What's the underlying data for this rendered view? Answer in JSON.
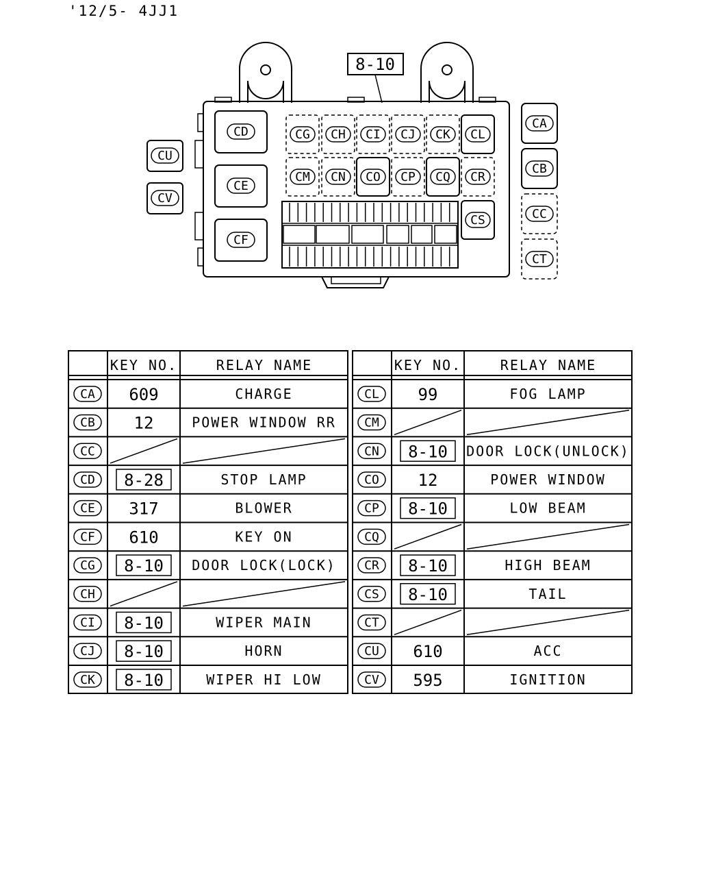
{
  "header": {
    "model": "'12/5- 4JJ1"
  },
  "diagram": {
    "top_callout": "8-10",
    "box_codes": [
      "CD",
      "CE",
      "CF",
      "CG",
      "CH",
      "CI",
      "CJ",
      "CK",
      "CL",
      "CM",
      "CN",
      "CO",
      "CP",
      "CQ",
      "CR",
      "CS"
    ],
    "left_codes": [
      "CU",
      "CV"
    ],
    "right_codes": [
      "CA",
      "CB",
      "CC",
      "CT"
    ]
  },
  "table": {
    "headers": {
      "key": "KEY NO.",
      "relay": "RELAY NAME"
    },
    "left": [
      {
        "code": "CA",
        "key": "609",
        "boxed": false,
        "name": "CHARGE"
      },
      {
        "code": "CB",
        "key": "12",
        "boxed": false,
        "name": "POWER WINDOW RR"
      },
      {
        "code": "CC",
        "key": "",
        "boxed": false,
        "name": ""
      },
      {
        "code": "CD",
        "key": "8-28",
        "boxed": true,
        "name": "STOP LAMP"
      },
      {
        "code": "CE",
        "key": "317",
        "boxed": false,
        "name": "BLOWER"
      },
      {
        "code": "CF",
        "key": "610",
        "boxed": false,
        "name": "KEY ON"
      },
      {
        "code": "CG",
        "key": "8-10",
        "boxed": true,
        "name": "DOOR LOCK(LOCK)"
      },
      {
        "code": "CH",
        "key": "",
        "boxed": false,
        "name": ""
      },
      {
        "code": "CI",
        "key": "8-10",
        "boxed": true,
        "name": "WIPER MAIN"
      },
      {
        "code": "CJ",
        "key": "8-10",
        "boxed": true,
        "name": "HORN"
      },
      {
        "code": "CK",
        "key": "8-10",
        "boxed": true,
        "name": "WIPER HI LOW"
      }
    ],
    "right": [
      {
        "code": "CL",
        "key": "99",
        "boxed": false,
        "name": "FOG LAMP"
      },
      {
        "code": "CM",
        "key": "",
        "boxed": false,
        "name": ""
      },
      {
        "code": "CN",
        "key": "8-10",
        "boxed": true,
        "name": "DOOR LOCK(UNLOCK)"
      },
      {
        "code": "CO",
        "key": "12",
        "boxed": false,
        "name": "POWER WINDOW"
      },
      {
        "code": "CP",
        "key": "8-10",
        "boxed": true,
        "name": "LOW BEAM"
      },
      {
        "code": "CQ",
        "key": "",
        "boxed": false,
        "name": ""
      },
      {
        "code": "CR",
        "key": "8-10",
        "boxed": true,
        "name": "HIGH BEAM"
      },
      {
        "code": "CS",
        "key": "8-10",
        "boxed": true,
        "name": "TAIL"
      },
      {
        "code": "CT",
        "key": "",
        "boxed": false,
        "name": ""
      },
      {
        "code": "CU",
        "key": "610",
        "boxed": false,
        "name": "ACC"
      },
      {
        "code": "CV",
        "key": "595",
        "boxed": false,
        "name": "IGNITION"
      }
    ]
  }
}
